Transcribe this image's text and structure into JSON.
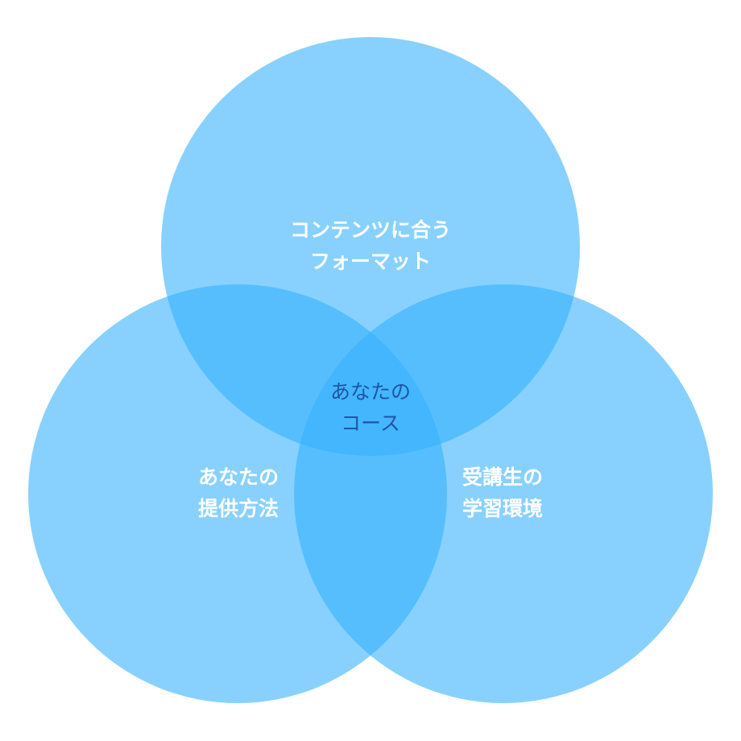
{
  "colors": {
    "circle": "#34b1fd",
    "center_text": "#1f55a6",
    "label_text": "#ffffff"
  },
  "circles": [
    {
      "id": "top",
      "lines": [
        "コンテンツに合う",
        "フォーマット"
      ]
    },
    {
      "id": "left",
      "lines": [
        "あなたの",
        "提供方法"
      ]
    },
    {
      "id": "right",
      "lines": [
        "受講生の",
        "学習環境"
      ]
    }
  ],
  "center": {
    "lines": [
      "あなたの",
      "コース"
    ]
  }
}
